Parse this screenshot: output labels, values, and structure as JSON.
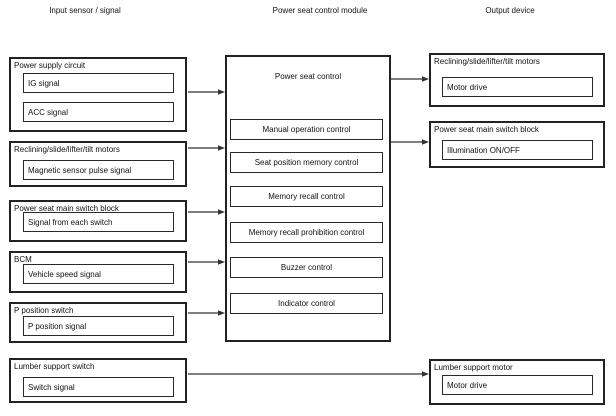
{
  "headers": {
    "input": "Input sensor / signal",
    "module": "Power seat control module",
    "output": "Output device"
  },
  "input_boxes": [
    {
      "title": "Power supply circuit",
      "signals": [
        "IG signal",
        "ACC signal"
      ]
    },
    {
      "title": "Reclining/slide/lifter/tilt motors",
      "signals": [
        "Magnetic sensor pulse signal"
      ]
    },
    {
      "title": "Power seat main switch block",
      "signals": [
        "Signal from each switch"
      ]
    },
    {
      "title": "BCM",
      "signals": [
        "Vehicle speed signal"
      ]
    },
    {
      "title": "P position switch",
      "signals": [
        "P position signal"
      ]
    },
    {
      "title": "Lumber support switch",
      "signals": [
        "Switch signal"
      ]
    }
  ],
  "module": {
    "title": "Power seat control",
    "functions": [
      "Manual operation control",
      "Seat position memory control",
      "Memory recall control",
      "Memory recall prohibition control",
      "Buzzer control",
      "Indicator control"
    ]
  },
  "output_boxes": [
    {
      "title": "Reclining/slide/lifter/tilt motors",
      "signals": [
        "Motor drive"
      ]
    },
    {
      "title": "Power seat main switch block",
      "signals": [
        "Illumination ON/OFF"
      ]
    },
    {
      "title": "Lumber support motor",
      "signals": [
        "Motor drive"
      ]
    }
  ],
  "connections": [
    {
      "from": "Power supply circuit",
      "to": "Power seat control"
    },
    {
      "from": "Reclining/slide/lifter/tilt motors",
      "to": "Power seat control"
    },
    {
      "from": "Power seat main switch block",
      "to": "Power seat control"
    },
    {
      "from": "BCM",
      "to": "Power seat control"
    },
    {
      "from": "P position switch",
      "to": "Power seat control"
    },
    {
      "from": "Power seat control",
      "to": "Reclining/slide/lifter/tilt motors"
    },
    {
      "from": "Power seat control",
      "to": "Power seat main switch block"
    },
    {
      "from": "Lumber support switch",
      "to": "Lumber support motor"
    }
  ],
  "colors": {
    "line": "#333333",
    "box_border": "#222222",
    "text": "#111111",
    "background": "#ffffff"
  }
}
